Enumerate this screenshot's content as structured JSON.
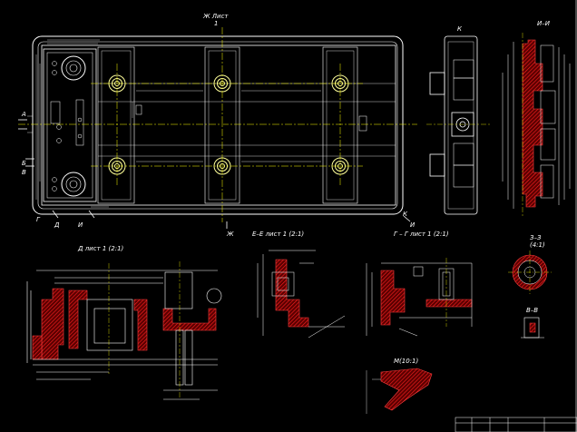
{
  "views": {
    "main_title": "Ж Лист",
    "main_sub": "1",
    "k_view": "К",
    "i_section": "И–И",
    "d_section": "Д лист 1 (2:1)",
    "e_section": "Е–Е лист 1 (2:1)",
    "g_section": "Г – Г лист 1 (2:1)",
    "z_section": "З–З",
    "z_scale": "(4:1)",
    "v_section": "В–В",
    "m_detail": "М(10:1)"
  },
  "section_marks": {
    "a": "А",
    "b": "Б",
    "v": "В",
    "g": "Г",
    "k": "К",
    "i_top": "И",
    "i_bottom": "И",
    "zh_bottom": "Ж",
    "d_bottom": "Д"
  },
  "colors": {
    "background": "#000000",
    "outline": "#ffffff",
    "centerline": "#ffff00",
    "hatch": "#c00000",
    "dimension": "#ffffff",
    "accent_green": "#00ff00"
  }
}
